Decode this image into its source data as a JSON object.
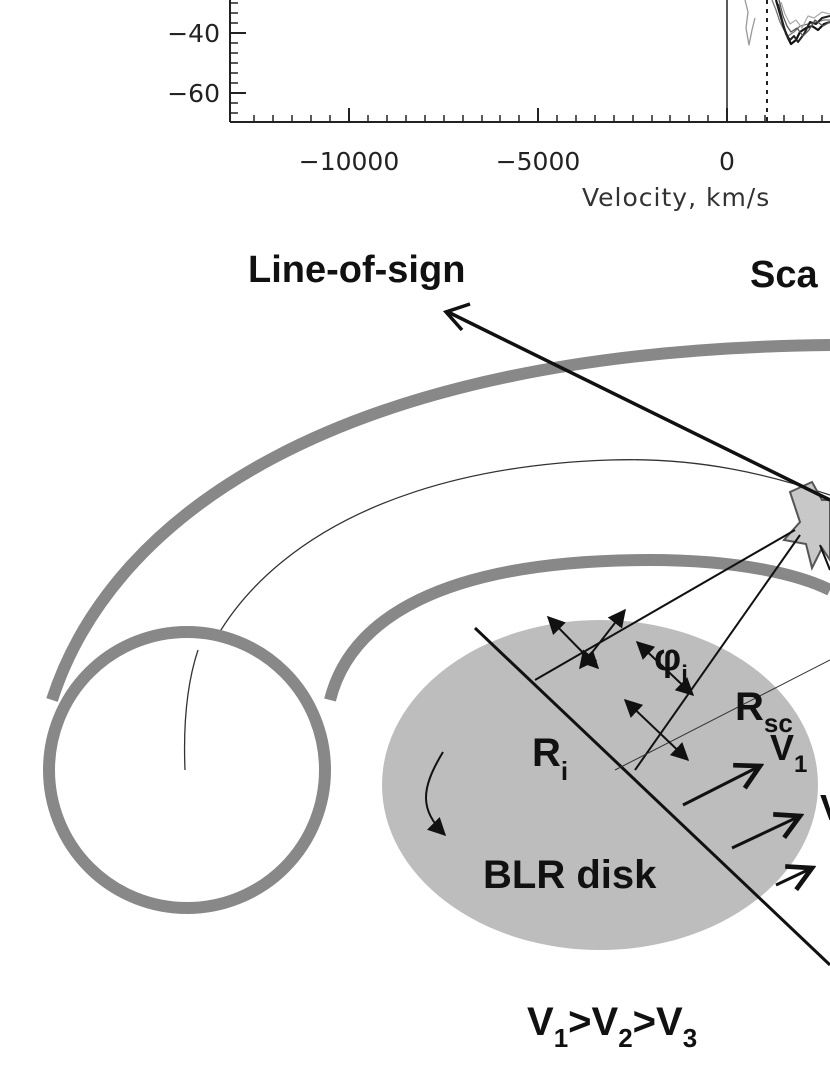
{
  "chart": {
    "y_ticks": [
      "−40",
      "−60"
    ],
    "x_ticks": [
      "−10000",
      "−5000",
      "0"
    ],
    "x_axis_title": "Velocity, km/s"
  },
  "diagram": {
    "line_of_sight_label": "Line-of-sign",
    "scatter_label_partial": "Sca",
    "phi_symbol": "φ",
    "phi_sub": "i",
    "rsc_main": "R",
    "rsc_sub": "sc",
    "ri_main": "R",
    "ri_sub": "i",
    "v1_main": "V",
    "v1_sub": "1",
    "v2_main": "V",
    "blr_label": "BLR disk",
    "relation": {
      "v1": "V",
      "s1": "1",
      "gt1": ">",
      "v2": "V",
      "s2": "2",
      "gt2": ">",
      "v3": "V",
      "s3": "3"
    }
  }
}
